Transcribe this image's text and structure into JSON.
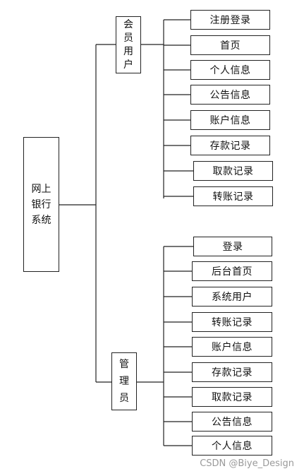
{
  "root": {
    "lines": [
      "网上",
      "银行",
      "系统"
    ]
  },
  "member": {
    "label_chars": [
      "会",
      "员",
      "用",
      "户"
    ],
    "items": [
      "注册登录",
      "首页",
      "个人信息",
      "公告信息",
      "账户信息",
      "存款记录",
      "取款记录",
      "转账记录"
    ]
  },
  "admin": {
    "label_chars": [
      "管",
      "理",
      "员"
    ],
    "items": [
      "登录",
      "后台首页",
      "系统用户",
      "转账记录",
      "账户信息",
      "存款记录",
      "取款记录",
      "公告信息",
      "个人信息"
    ]
  },
  "watermark": "CSDN @Biye_Design"
}
